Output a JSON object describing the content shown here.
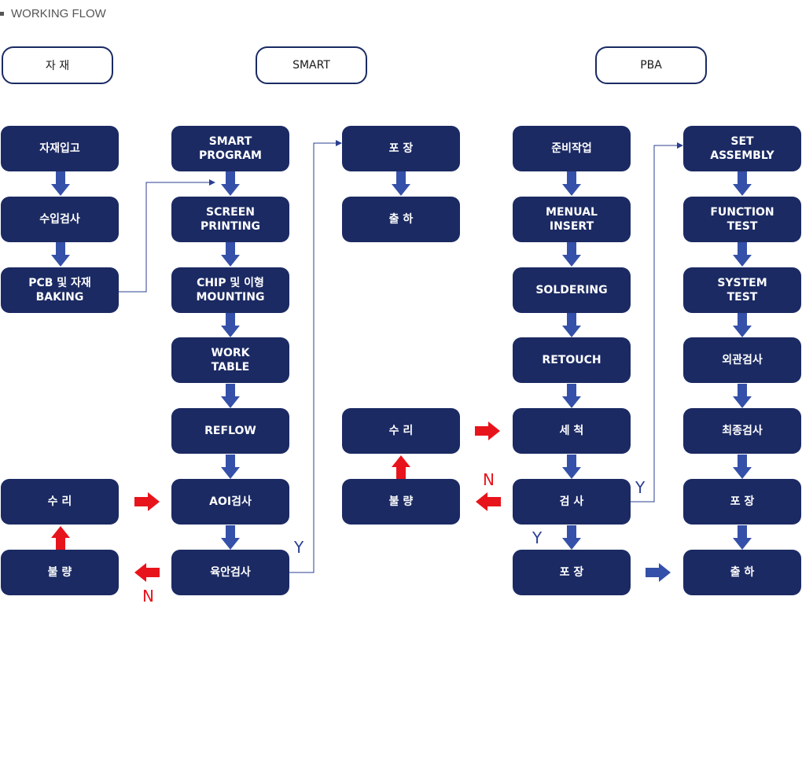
{
  "title": "WORKING FLOW",
  "headers": {
    "material": "자   재",
    "smart": "SMART",
    "pba": "PBA"
  },
  "boxes": {
    "material_receiving": "자재입고",
    "incoming_inspection": "수입검사",
    "pcb_baking": "PCB 및 자재\nBAKING",
    "repair_left": "수 리",
    "defect_left": "불 량",
    "smart_program": "SMART\nPROGRAM",
    "screen_printing": "SCREEN\nPRINTING",
    "chip_mounting": "CHIP 및 이형\nMOUNTING",
    "work_table": "WORK\nTABLE",
    "reflow": "REFLOW",
    "aoi_inspection": "AOI검사",
    "visual_inspection": "육안검사",
    "packing_mid": "포 장",
    "shipping_mid": "출 하",
    "repair_mid": "수 리",
    "defect_mid": "불 량",
    "preparation": "준비작업",
    "manual_insert": "MENUAL\nINSERT",
    "soldering": "SOLDERING",
    "retouch": "RETOUCH",
    "cleaning": "세 척",
    "inspection": "검 사",
    "packing_pba": "포 장",
    "set_assembly": "SET\nASSEMBLY",
    "function_test": "FUNCTION\nTEST",
    "system_test": "SYSTEM\nTEST",
    "appearance_inspection": "외관검사",
    "final_inspection": "최종검사",
    "packing_right": "포 장",
    "shipping_right": "출 하"
  },
  "labels": {
    "yes": "Y",
    "no": "N"
  },
  "colors": {
    "box": "#1b2a63",
    "flow_arrow": "#3550a8",
    "reject_arrow": "#e8141b",
    "connector": "#2b3f90"
  }
}
